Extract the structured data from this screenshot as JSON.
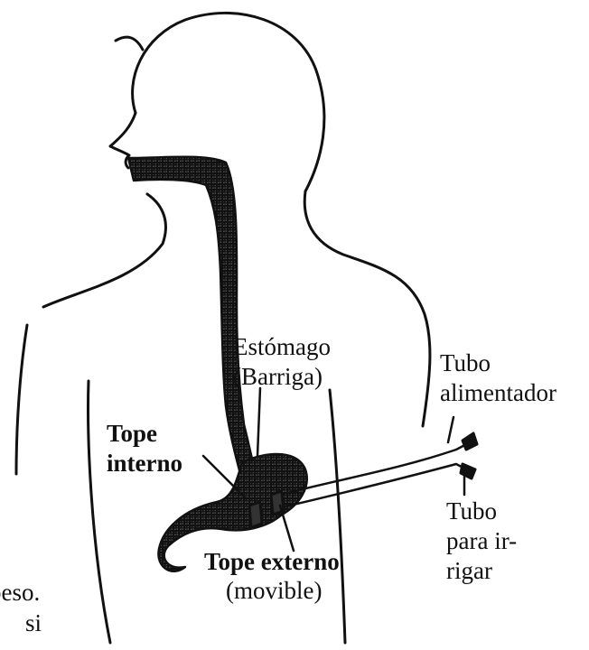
{
  "labels": {
    "estomago_1": "Estómago",
    "estomago_2": "(Barriga)",
    "tubo_alim_1": "Tubo",
    "tubo_alim_2": "alimentador",
    "tope_interno_1": "Tope",
    "tope_interno_2": "interno",
    "tope_externo": "Tope externo",
    "movible": "(movible)",
    "tubo_irrigar_1": "Tubo",
    "tubo_irrigar_2": "para ir-",
    "tubo_irrigar_3": "rigar"
  },
  "cropped_text": {
    "line1": "peso.",
    "line2": "si"
  }
}
